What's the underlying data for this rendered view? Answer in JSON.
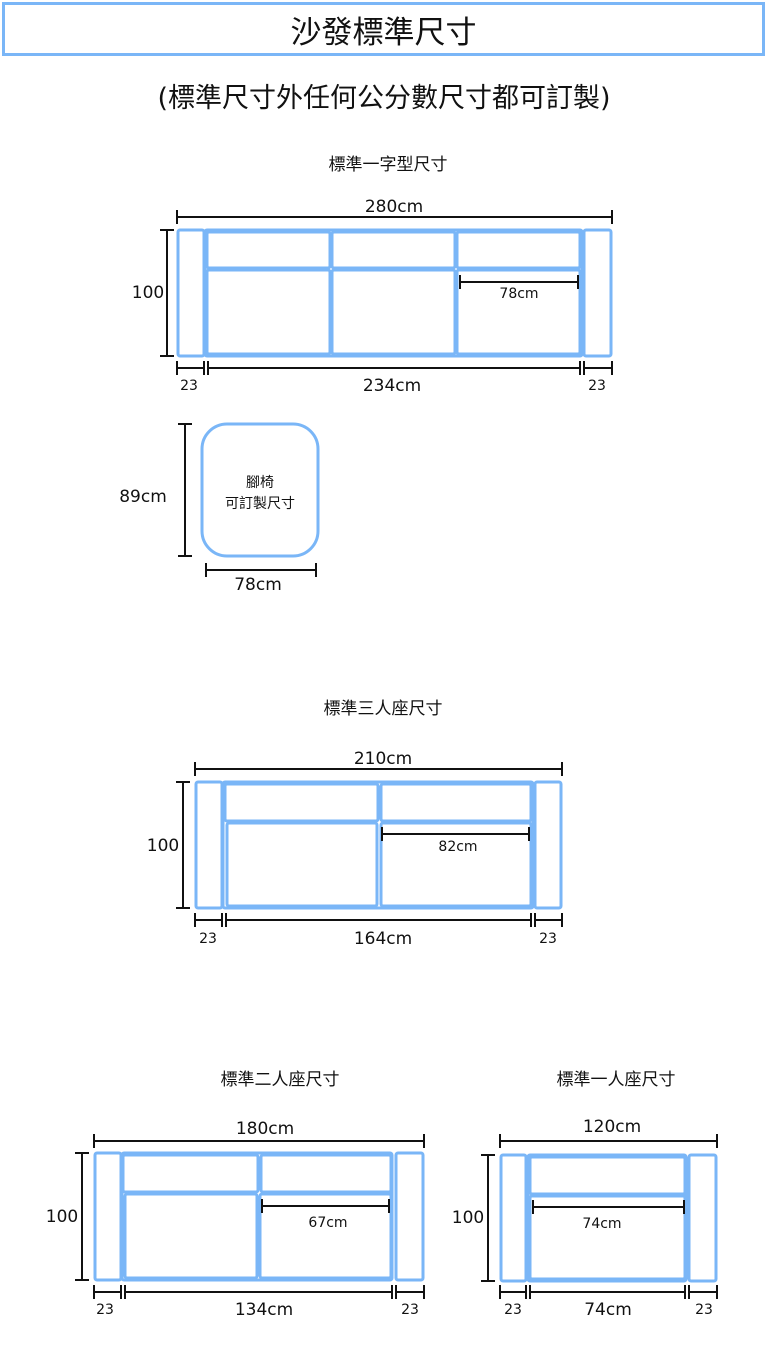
{
  "title": "沙發標準尺寸",
  "subtitle": "(標準尺寸外任何公分數尺寸都可訂製)",
  "colors": {
    "outline": "#7ab6f7",
    "dimension_line": "#111111"
  },
  "sections": {
    "straight": {
      "heading": "標準一字型尺寸",
      "total_width": "280cm",
      "depth": "100",
      "seat_width": "78cm",
      "arm_left": "23",
      "inner_width": "234cm",
      "arm_right": "23"
    },
    "ottoman": {
      "label_line1": "腳椅",
      "label_line2": "可訂製尺寸",
      "depth": "89cm",
      "width": "78cm"
    },
    "three_seat": {
      "heading": "標準三人座尺寸",
      "total_width": "210cm",
      "depth": "100",
      "seat_width": "82cm",
      "arm_left": "23",
      "inner_width": "164cm",
      "arm_right": "23"
    },
    "two_seat": {
      "heading": "標準二人座尺寸",
      "total_width": "180cm",
      "depth": "100",
      "seat_width": "67cm",
      "arm_left": "23",
      "inner_width": "134cm",
      "arm_right": "23"
    },
    "one_seat": {
      "heading": "標準一人座尺寸",
      "total_width": "120cm",
      "depth": "100",
      "seat_width": "74cm",
      "arm_left": "23",
      "inner_width": "74cm",
      "arm_right": "23"
    }
  }
}
